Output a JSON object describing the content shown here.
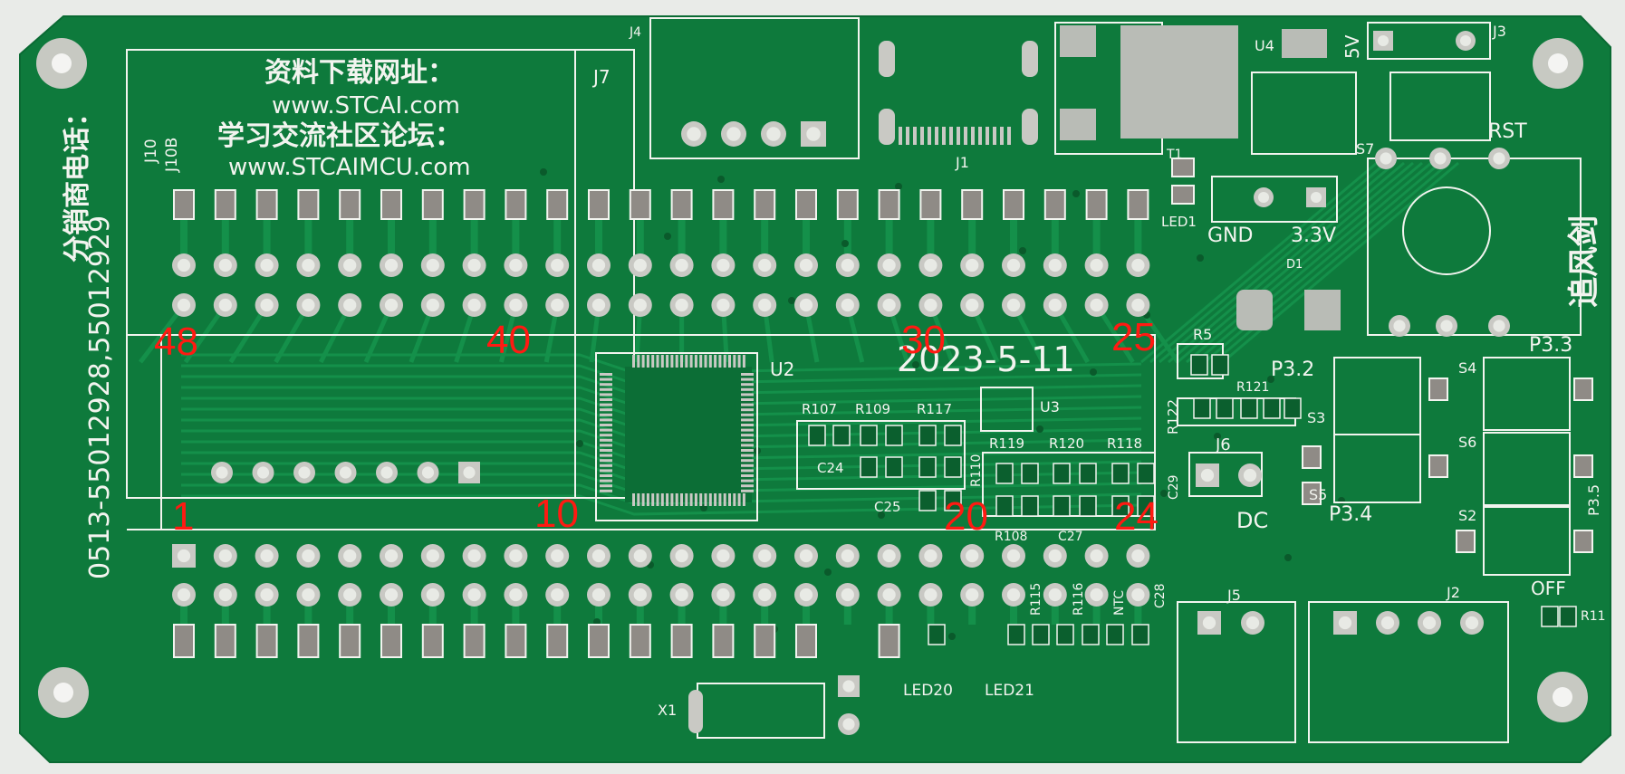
{
  "board": {
    "colors": {
      "solder_mask": "#0e7a3c",
      "trace": "#14904a",
      "silkscreen": "#f2f4ef",
      "pad_metal": "#c9c9c4",
      "annotation": "#ff1a12",
      "background": "#e9ebe8"
    },
    "silkscreen_text": {
      "download_heading": "资料下载网址：",
      "download_url": "www.STCAI.com",
      "forum_heading": "学习交流社区论坛：",
      "forum_url": "www.STCAIMCU.com",
      "distributor_label": "分销商电话：",
      "distributor_phone": "0513-55012928,55012929",
      "brand": "追风剑",
      "date": "2023-5-11",
      "refs": {
        "J10": "J10",
        "J10B": "J10B",
        "J7": "J7",
        "J4": "J4",
        "J1": "J1",
        "T1": "T1",
        "U4": "U4",
        "V5": "5V",
        "J3": "J3",
        "RST": "RST",
        "S7": "S7",
        "LED1": "LED1",
        "GND": "GND",
        "V33": "3.3V",
        "D1": "D1",
        "U2": "U2",
        "U3": "U3",
        "R5": "R5",
        "R107": "R107",
        "R109": "R109",
        "R117": "R117",
        "C24": "C24",
        "C25": "C25",
        "R110": "R110",
        "R119": "R119",
        "R120": "R120",
        "R118": "R118",
        "R122": "R122",
        "R121": "R121",
        "P32": "P3.2",
        "P33": "P3.3",
        "P34": "P3.4",
        "P35": "P3.5",
        "S3": "S3",
        "S4": "S4",
        "S5": "S5",
        "S6": "S6",
        "S2": "S2",
        "J6": "J6",
        "DC": "DC",
        "R108": "R108",
        "C27": "C27",
        "C29": "C29",
        "R115": "R115",
        "R116": "R116",
        "NTC": "NTC",
        "C28": "C28",
        "J5": "J5",
        "J2": "J2",
        "OFF": "OFF",
        "R11": "R11",
        "LED20": "LED20",
        "LED21": "LED21",
        "X1": "X1"
      }
    },
    "pin_annotations": [
      "48",
      "40",
      "30",
      "25",
      "1",
      "10",
      "20",
      "24"
    ]
  }
}
